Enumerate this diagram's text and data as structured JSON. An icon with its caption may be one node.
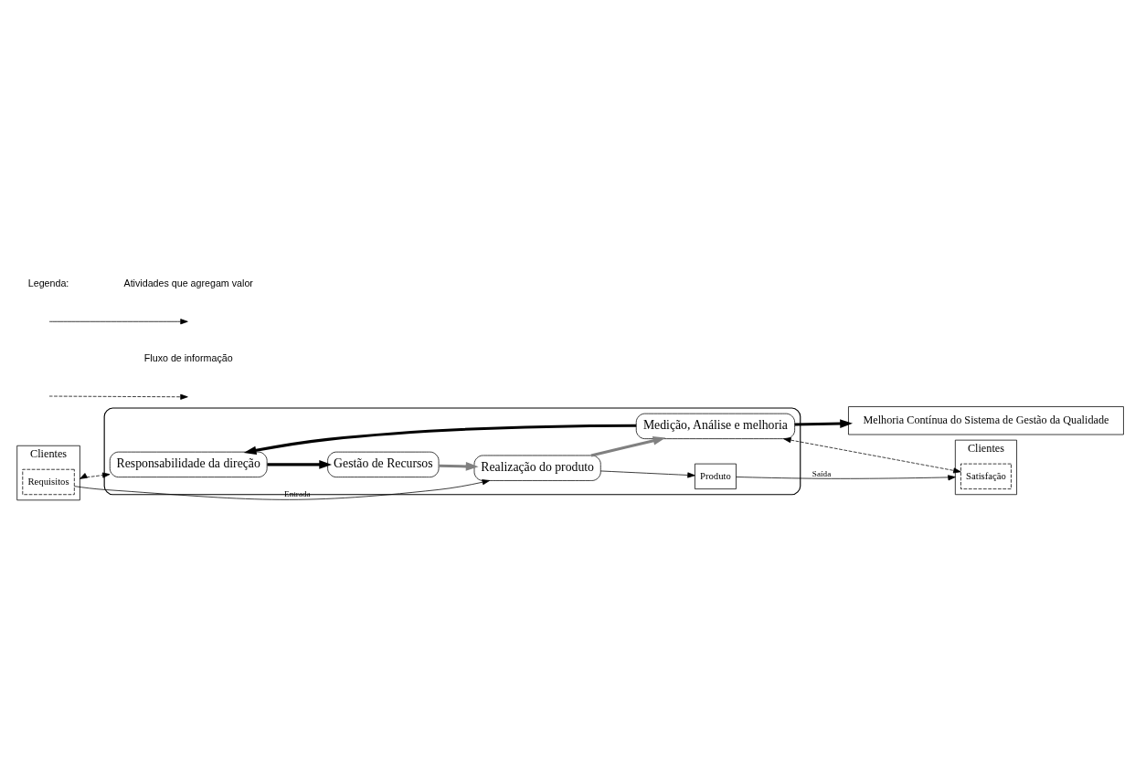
{
  "diagram": {
    "nodes": [
      {
        "text": [
          "Melhoria Contínua do Sistema de Gestão da Qualidade"
        ]
      },
      {
        "text": [
          "Clientes"
        ]
      },
      {
        "text": [
          "Requisitos"
        ],
        "in": 1
      },
      {
        "text": [],
        "shape": "ellipse"
      },
      {
        "text": [
          "Responsabilidade da direção"
        ],
        "in": 3
      },
      {
        "text": [
          "Gestão de Recursos"
        ],
        "in": 3
      },
      {
        "text": [
          "Medição, Análise e melhoria"
        ],
        "in": 3
      },
      {
        "text": [
          "Realização do produto"
        ],
        "in": 3
      },
      {
        "text": [
          "Produto"
        ],
        "in": 3
      },
      {
        "text": [
          "Clientes"
        ]
      },
      {
        "text": [
          "Satisfação"
        ],
        "in": 9
      }
    ],
    "edges": [
      {
        "from": 1,
        "to": 4,
        "arrow": "both",
        "style": "dashed"
      },
      {
        "from": 4,
        "to": 5,
        "arrow": "to",
        "style": "thick"
      },
      {
        "from": 5,
        "to": 7,
        "arrow": "to",
        "style": "thick",
        "color": "#808080"
      },
      {
        "from": 7,
        "to": 6,
        "arrow": "to",
        "style": "thick",
        "color": "#808080"
      },
      {
        "from": 6,
        "to": 4,
        "arrow": "to",
        "style": "thick"
      },
      {
        "from": 6,
        "to": 0,
        "arrow": "to",
        "style": "thick"
      },
      {
        "from": 2,
        "to": 7,
        "arrow": "to",
        "label": "Entrada"
      },
      {
        "from": 7,
        "to": 8,
        "arrow": "to"
      },
      {
        "from": 8,
        "to": 9,
        "arrow": "to",
        "label": "Saída"
      },
      {
        "from": 6,
        "to": 10,
        "arrow": "both",
        "style": "dashed"
      }
    ],
    "labels": [
      "Legenda:"
    ],
    "legend": [
      {
        "text": "Atividades que agregam valor"
      },
      {
        "text": "Fluxo de informação"
      }
    ]
  }
}
